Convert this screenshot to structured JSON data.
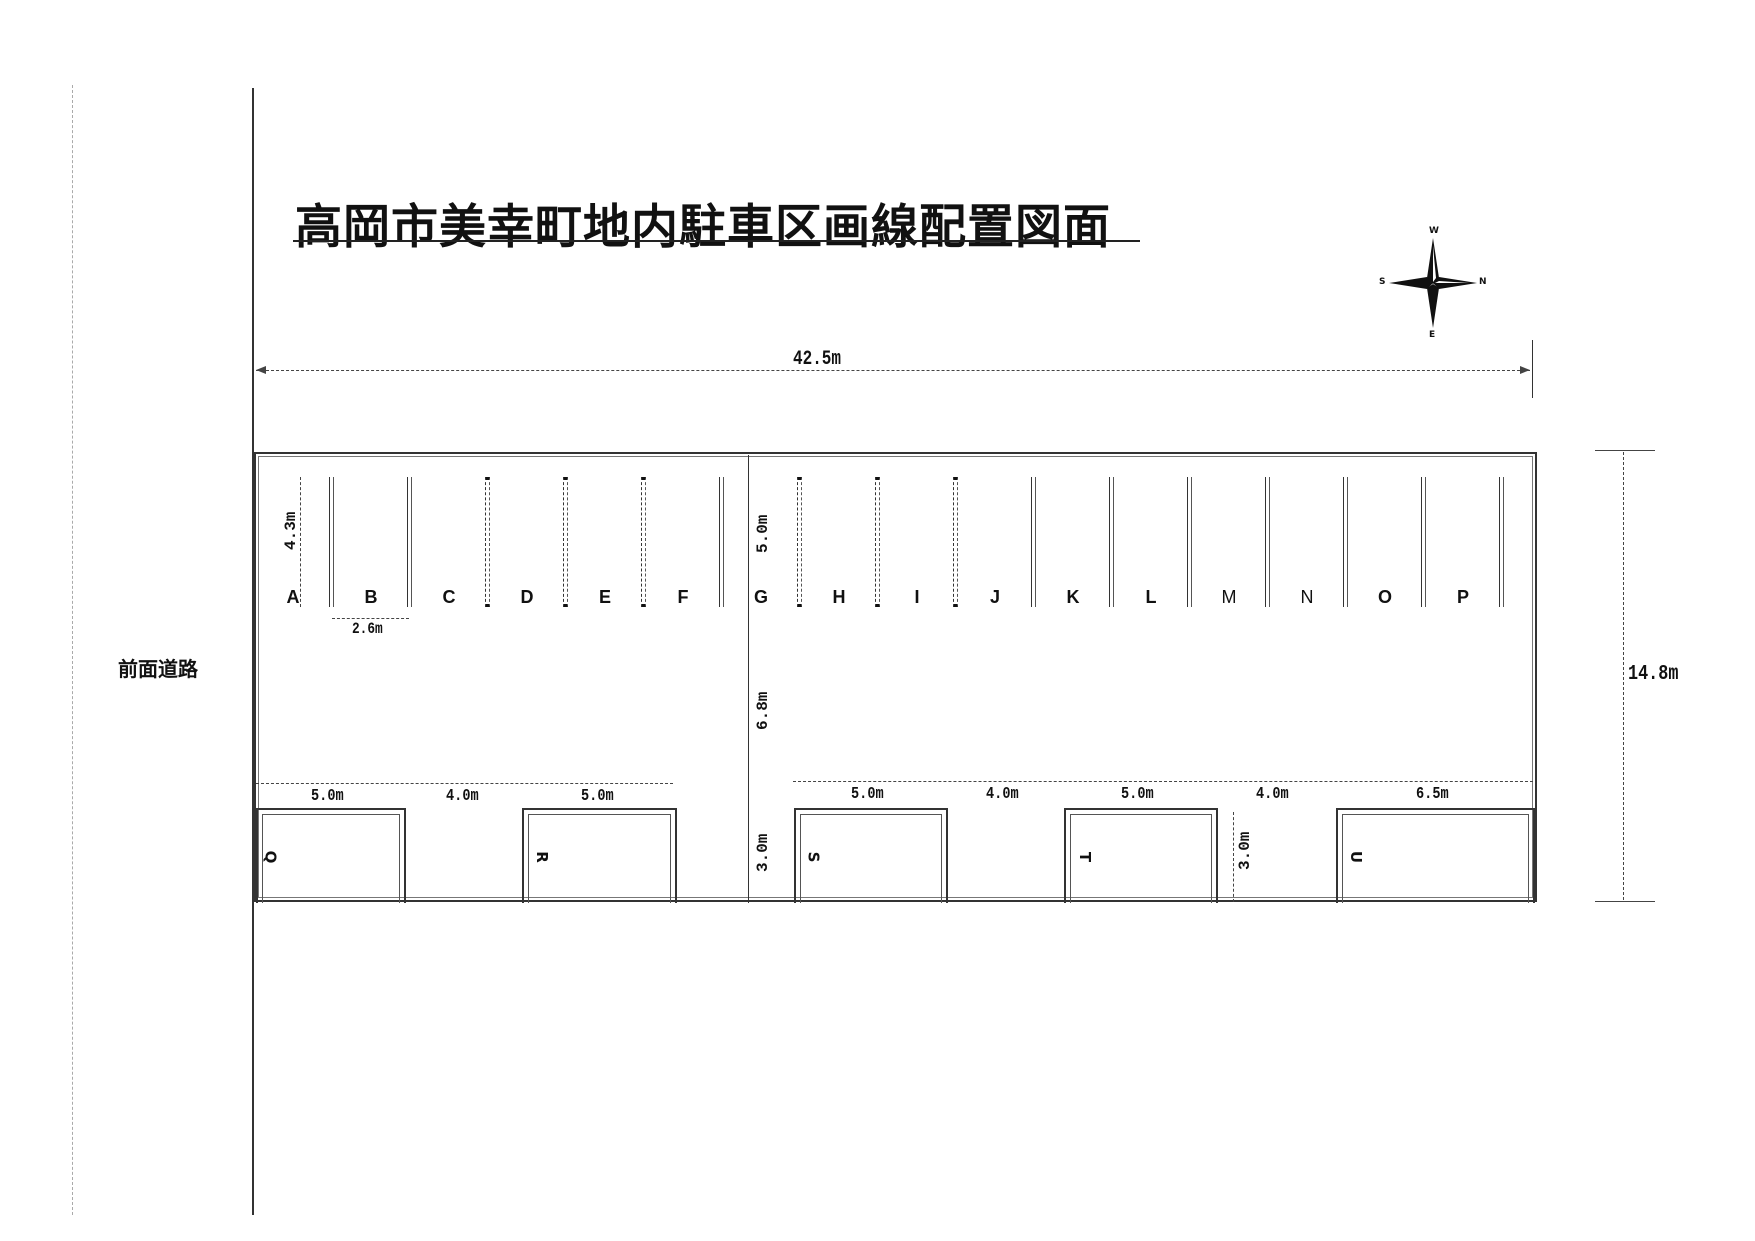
{
  "title": "高岡市美幸町地内駐車区画線配置図面",
  "road_label": "前面道路",
  "dimensions": {
    "total_width": "42.5m",
    "total_depth": "14.8m",
    "stall_depth_left": "4.3m",
    "stall_width": "2.6m",
    "stall_depth_right": "5.0m",
    "aisle_depth": "6.8m",
    "bottom_depth_1": "3.0m",
    "bottom_depth_2": "3.0m",
    "bottom_widths": [
      "5.0m",
      "4.0m",
      "5.0m",
      "5.0m",
      "4.0m",
      "5.0m",
      "4.0m",
      "6.5m"
    ]
  },
  "compass": {
    "north": "N",
    "south": "S",
    "east": "E",
    "west": "W"
  },
  "top_stalls": [
    "A",
    "B",
    "C",
    "D",
    "E",
    "F",
    "G",
    "H",
    "I",
    "J",
    "K",
    "L",
    "M",
    "N",
    "O",
    "P"
  ],
  "bottom_spaces": [
    "Q",
    "R",
    "S",
    "T",
    "U"
  ],
  "colors": {
    "line": "#333333",
    "background": "#ffffff"
  }
}
